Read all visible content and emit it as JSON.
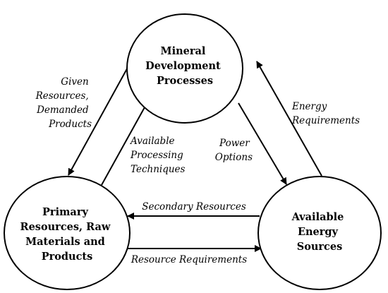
{
  "nodes": {
    "mineral": {
      "lines": [
        "Mineral",
        "Development",
        "Processes"
      ]
    },
    "primary": {
      "lines": [
        "Primary",
        "Resources, Raw",
        "Materials and",
        "Products"
      ]
    },
    "energy": {
      "lines": [
        "Available",
        "Energy",
        "Sources"
      ]
    }
  },
  "edges": {
    "given_resources": {
      "lines": [
        "Given",
        "Resources,",
        "Demanded",
        "Products"
      ]
    },
    "available_processing": {
      "lines": [
        "Available",
        "Processing",
        "Techniques"
      ]
    },
    "power_options": {
      "lines": [
        "Power",
        "Options"
      ]
    },
    "energy_requirements": {
      "lines": [
        "Energy",
        "Requirements"
      ]
    },
    "secondary_resources": {
      "lines": [
        "Secondary Resources"
      ]
    },
    "resource_requirements": {
      "lines": [
        "Resource Requirements"
      ]
    }
  },
  "colors": {
    "stroke": "#000000",
    "background": "#ffffff"
  }
}
